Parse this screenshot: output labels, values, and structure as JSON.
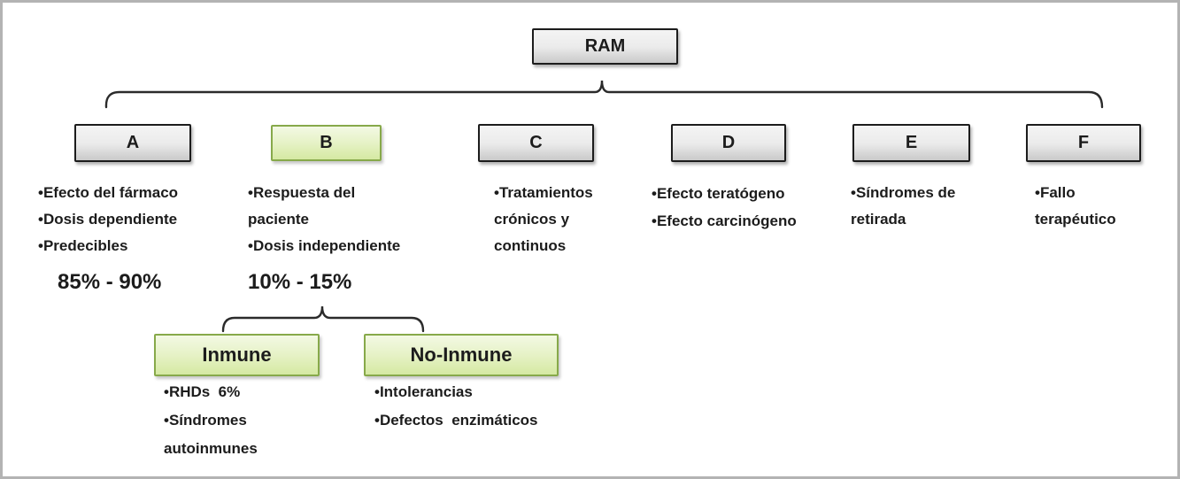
{
  "diagram": {
    "root": {
      "label": "RAM"
    },
    "categories": [
      {
        "id": "A",
        "label": "A",
        "box_style": "gray",
        "lines": [
          "•Efecto del fármaco",
          "•Dosis dependiente",
          "•Predecibles"
        ],
        "percent": "85% - 90%"
      },
      {
        "id": "B",
        "label": "B",
        "box_style": "green",
        "lines": [
          "•Respuesta del",
          "paciente",
          "•Dosis independiente"
        ],
        "percent": "10% - 15%"
      },
      {
        "id": "C",
        "label": "C",
        "box_style": "gray",
        "lines": [
          "•Tratamientos",
          "crónicos y",
          "continuos"
        ]
      },
      {
        "id": "D",
        "label": "D",
        "box_style": "gray",
        "lines": [
          "•Efecto teratógeno",
          "•Efecto carcinógeno"
        ]
      },
      {
        "id": "E",
        "label": "E",
        "box_style": "gray",
        "lines": [
          "•Síndromes de",
          "retirada"
        ]
      },
      {
        "id": "F",
        "label": "F",
        "box_style": "gray",
        "lines": [
          "•Fallo",
          "terapéutico"
        ]
      }
    ],
    "subcategories_of_b": [
      {
        "id": "inmune",
        "label": "Inmune",
        "box_style": "green",
        "lines": [
          "•RHDs  6%",
          "•Síndromes",
          "autoinmunes"
        ]
      },
      {
        "id": "no_inmune",
        "label": "No-Inmune",
        "box_style": "green",
        "lines": [
          "•Intolerancias",
          "•Defectos  enzimáticos"
        ]
      }
    ],
    "colors": {
      "gray_box_top": "#f4f4f4",
      "gray_box_bottom": "#c9c9c9",
      "gray_box_border": "#1c1c1c",
      "green_box_top": "#f3f9e4",
      "green_box_bottom": "#d5e9a2",
      "green_box_border": "#87a94a",
      "connector": "#2b2b2b",
      "text": "#1c1c1c",
      "background": "#ffffff",
      "frame_border": "#b3b3b3"
    }
  }
}
